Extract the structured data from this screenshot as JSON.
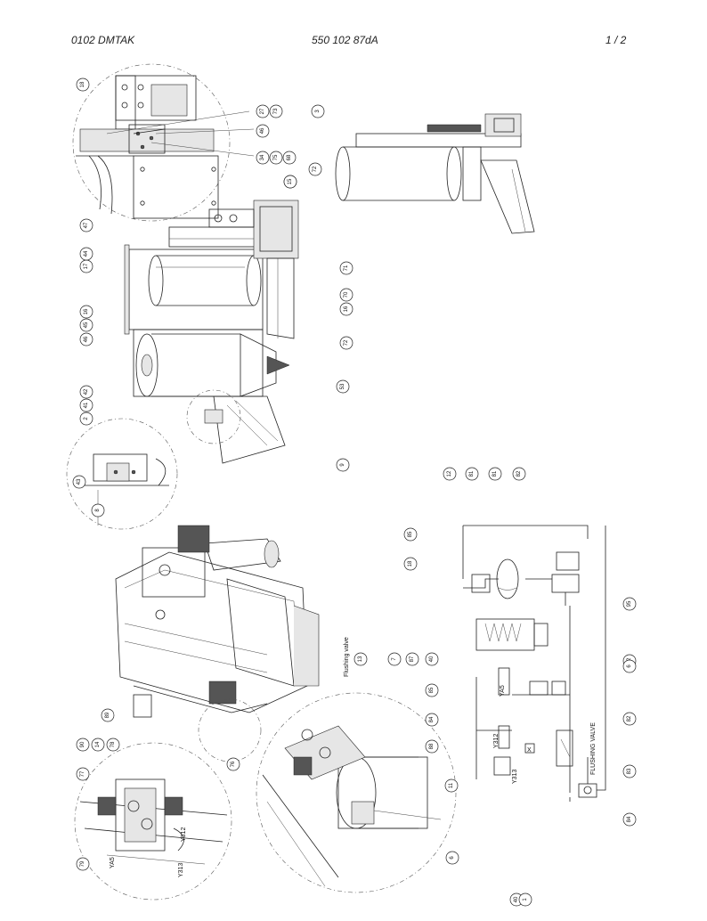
{
  "header": {
    "left": "0102   DMTAK",
    "center": "550 102 87dA",
    "right": "1 /   2"
  },
  "labels": {
    "flushing_valve_left": "Flushing valve",
    "flushing_valve_schematic": "FLUSHING VALVE",
    "ya5_a": "YA5",
    "ya5_b": "YA5",
    "y312_a": "Y312",
    "y312_b": "Y312",
    "y313_a": "Y313",
    "y313_b": "Y313",
    "x": "X"
  },
  "callouts": [
    "18",
    "27",
    "73",
    "46",
    "34",
    "75",
    "68",
    "3",
    "30",
    "72",
    "15",
    "47",
    "17",
    "44",
    "46",
    "45",
    "16",
    "16",
    "70",
    "71",
    "72",
    "53",
    "2",
    "41",
    "42",
    "43",
    "8",
    "9",
    "12",
    "81",
    "81",
    "82",
    "85",
    "18",
    "95",
    "12",
    "6",
    "82",
    "83",
    "84",
    "87",
    "7",
    "13",
    "40",
    "85",
    "84",
    "88",
    "89",
    "90",
    "14",
    "78",
    "77",
    "76",
    "79",
    "11",
    "6",
    "40",
    "1"
  ]
}
